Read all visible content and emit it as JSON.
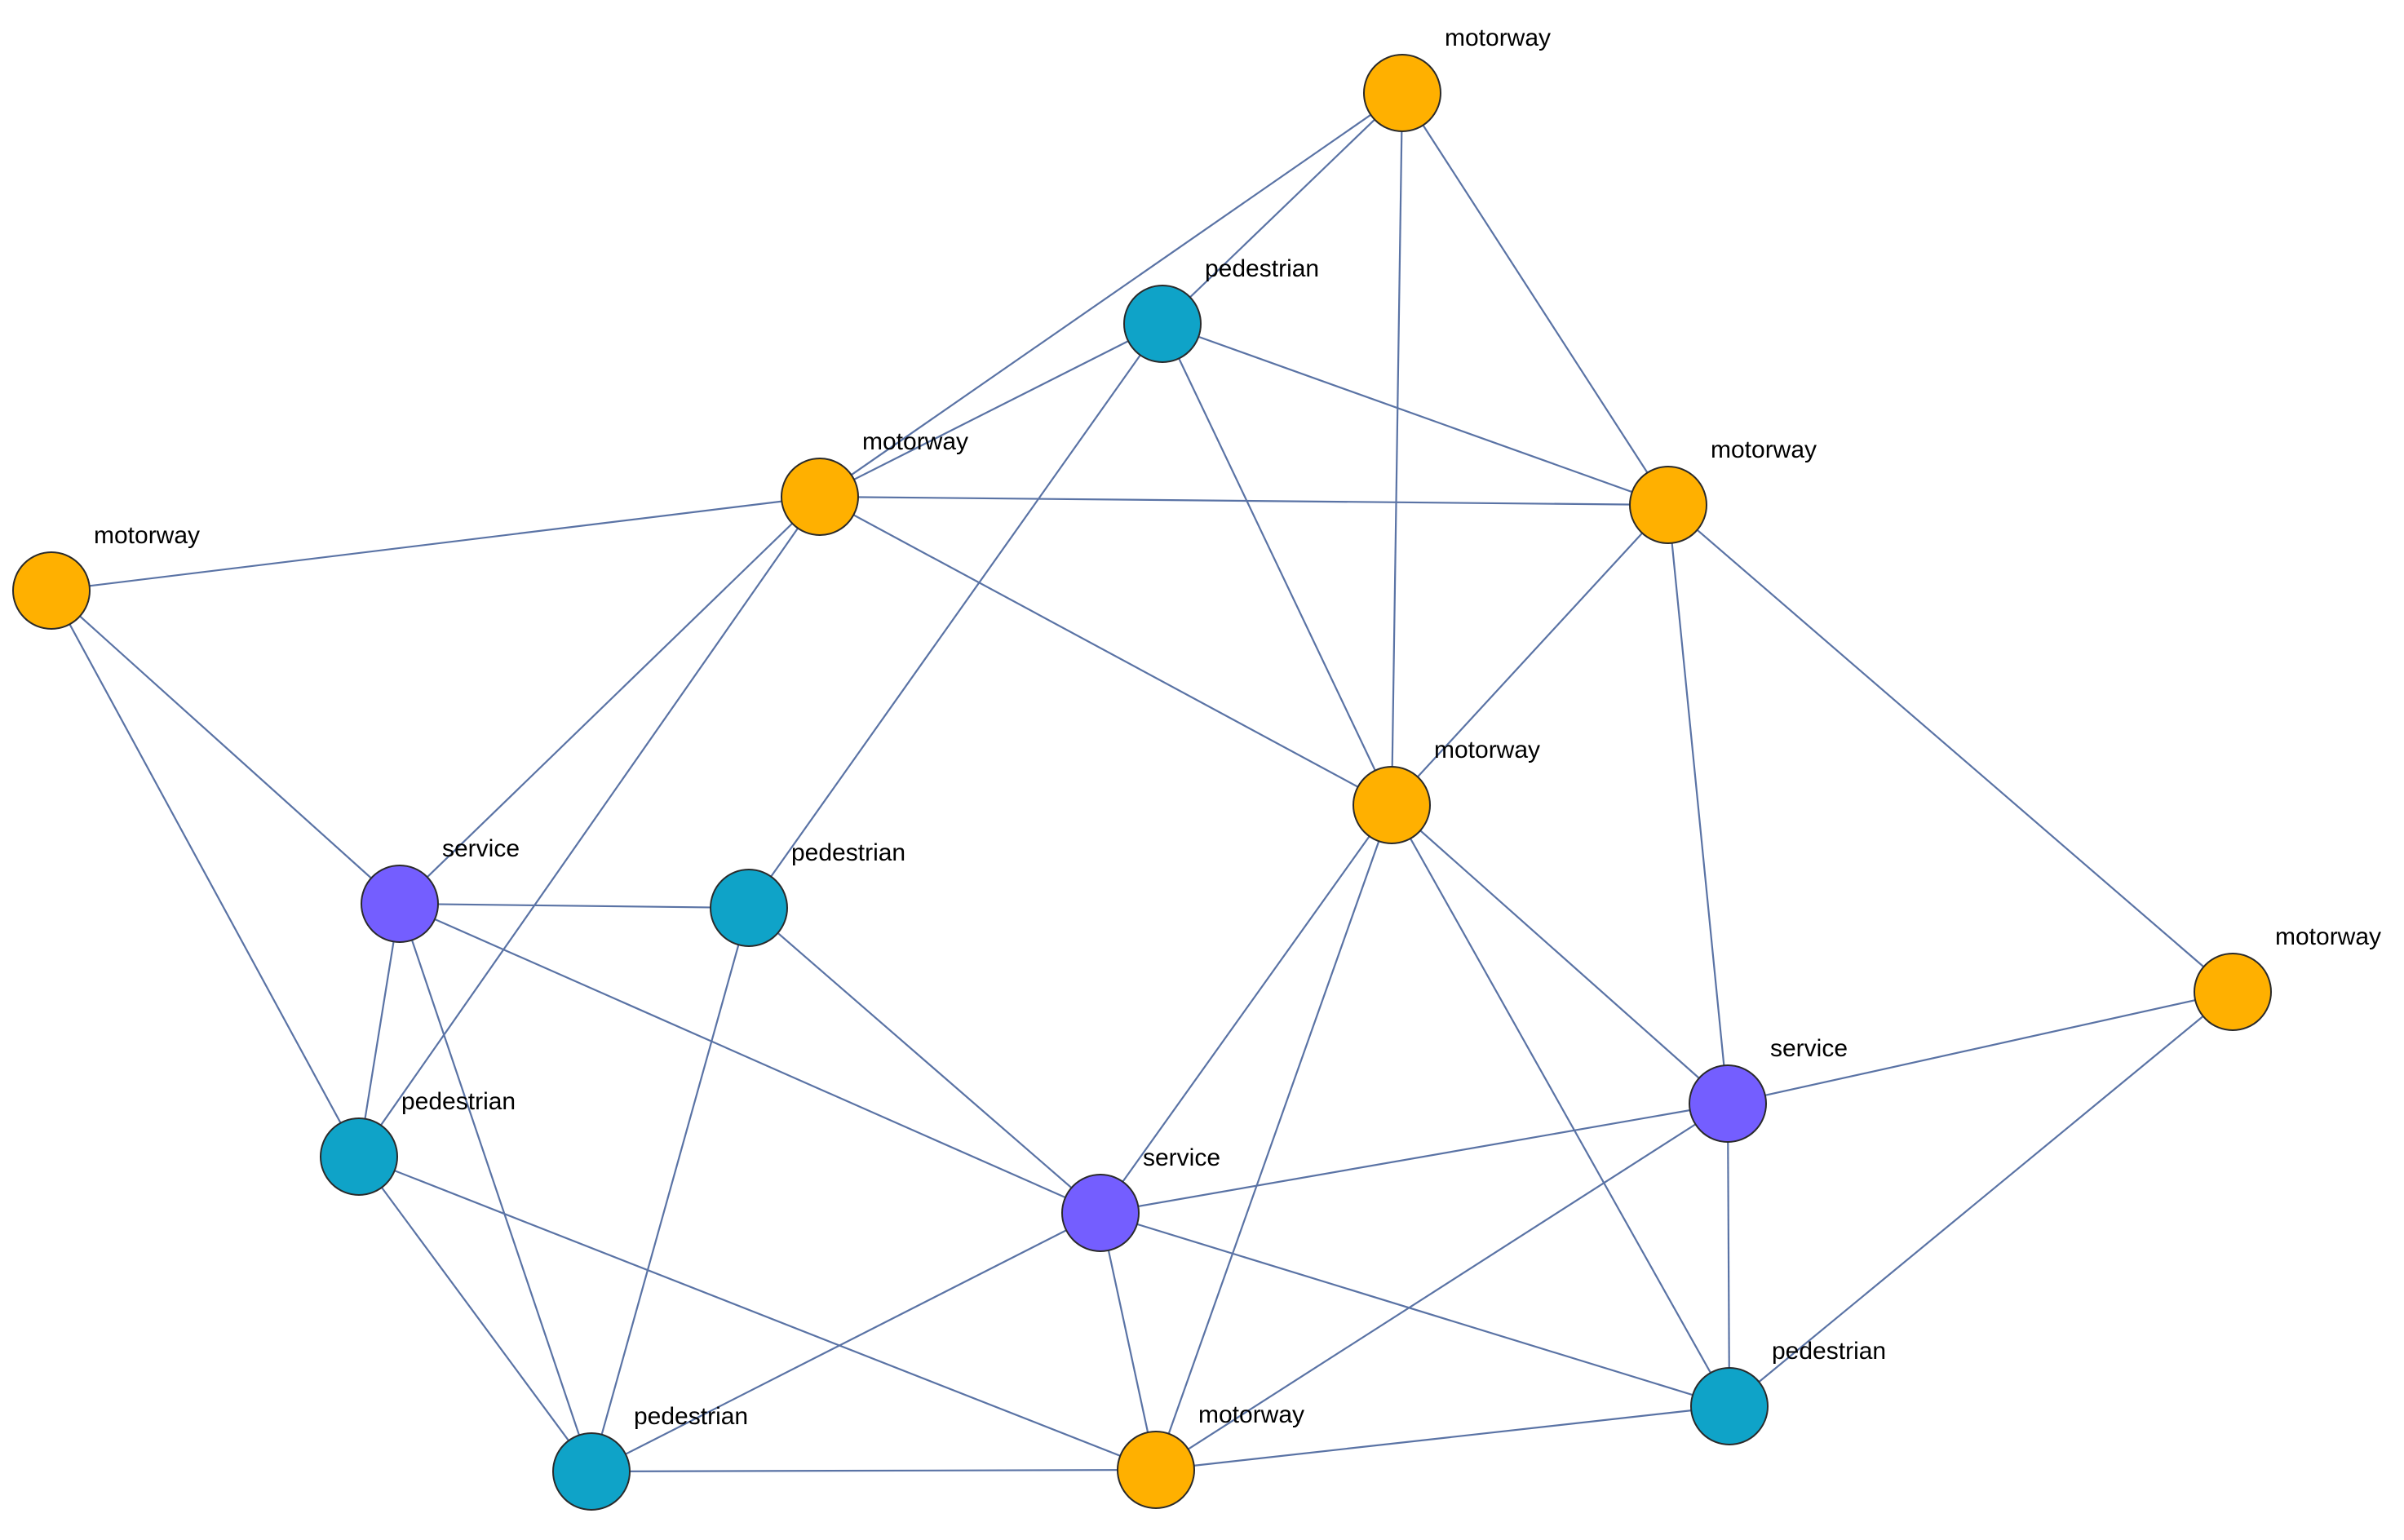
{
  "graph": {
    "type_colors": {
      "motorway": "#FFB000",
      "pedestrian": "#0FA3C8",
      "service": "#745EFF"
    },
    "edge_color": "#5A73A5",
    "nodes": [
      {
        "id": "n1",
        "type": "motorway",
        "label": "motorway"
      },
      {
        "id": "n2",
        "type": "pedestrian",
        "label": "pedestrian"
      },
      {
        "id": "n3",
        "type": "motorway",
        "label": "motorway"
      },
      {
        "id": "n4",
        "type": "motorway",
        "label": "motorway"
      },
      {
        "id": "n5",
        "type": "motorway",
        "label": "motorway"
      },
      {
        "id": "n6",
        "type": "motorway",
        "label": "motorway"
      },
      {
        "id": "n7",
        "type": "service",
        "label": "service"
      },
      {
        "id": "n8",
        "type": "pedestrian",
        "label": "pedestrian"
      },
      {
        "id": "n9",
        "type": "motorway",
        "label": "motorway"
      },
      {
        "id": "n10",
        "type": "service",
        "label": "service"
      },
      {
        "id": "n11",
        "type": "pedestrian",
        "label": "pedestrian"
      },
      {
        "id": "n12",
        "type": "service",
        "label": "service"
      },
      {
        "id": "n13",
        "type": "pedestrian",
        "label": "pedestrian"
      },
      {
        "id": "n14",
        "type": "pedestrian",
        "label": "pedestrian"
      },
      {
        "id": "n15",
        "type": "motorway",
        "label": "motorway"
      }
    ],
    "edges": [
      [
        "n1",
        "n2"
      ],
      [
        "n1",
        "n3"
      ],
      [
        "n1",
        "n4"
      ],
      [
        "n1",
        "n6"
      ],
      [
        "n2",
        "n3"
      ],
      [
        "n2",
        "n4"
      ],
      [
        "n2",
        "n6"
      ],
      [
        "n2",
        "n8"
      ],
      [
        "n3",
        "n4"
      ],
      [
        "n3",
        "n5"
      ],
      [
        "n3",
        "n6"
      ],
      [
        "n3",
        "n7"
      ],
      [
        "n3",
        "n11"
      ],
      [
        "n4",
        "n6"
      ],
      [
        "n4",
        "n10"
      ],
      [
        "n4",
        "n9"
      ],
      [
        "n5",
        "n7"
      ],
      [
        "n5",
        "n11"
      ],
      [
        "n6",
        "n10"
      ],
      [
        "n6",
        "n12"
      ],
      [
        "n6",
        "n13"
      ],
      [
        "n6",
        "n15"
      ],
      [
        "n7",
        "n8"
      ],
      [
        "n7",
        "n11"
      ],
      [
        "n7",
        "n14"
      ],
      [
        "n7",
        "n12"
      ],
      [
        "n8",
        "n12"
      ],
      [
        "n8",
        "n14"
      ],
      [
        "n9",
        "n10"
      ],
      [
        "n9",
        "n13"
      ],
      [
        "n10",
        "n12"
      ],
      [
        "n10",
        "n13"
      ],
      [
        "n10",
        "n15"
      ],
      [
        "n11",
        "n14"
      ],
      [
        "n11",
        "n15"
      ],
      [
        "n12",
        "n13"
      ],
      [
        "n12",
        "n14"
      ],
      [
        "n12",
        "n15"
      ],
      [
        "n13",
        "n15"
      ],
      [
        "n14",
        "n15"
      ]
    ]
  }
}
